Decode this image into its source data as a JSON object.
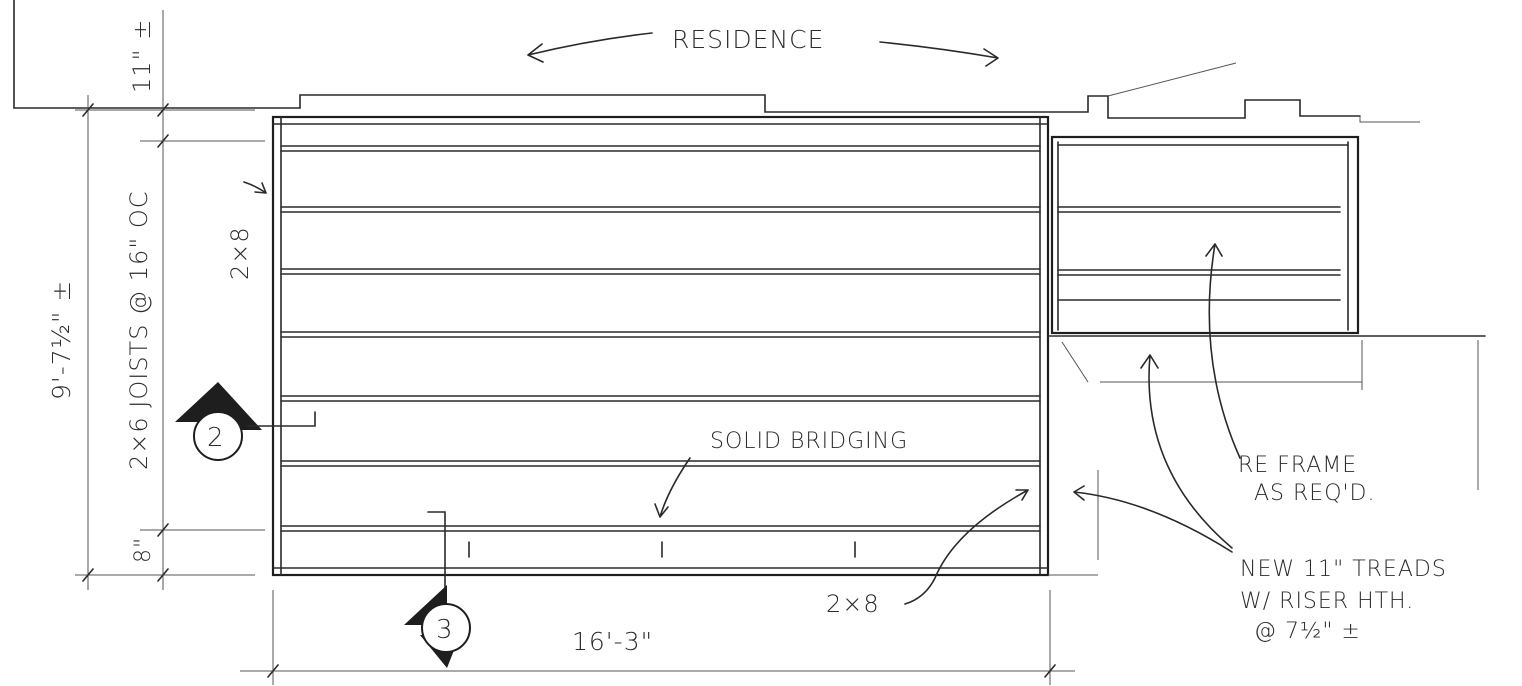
{
  "drawing": {
    "residence_label": "RESIDENCE",
    "joist_note": "2×6 JOISTS @ 16\" OC",
    "overall_depth_dim": "9'-7½\" ±",
    "top_offset_dim": "11\" ±",
    "bottom_offset_dim": "8\"",
    "overall_width_dim": "16'-3\"",
    "rim_label_left": "2×8",
    "rim_label_bottom": "2×8",
    "bridging_label": "SOLID BRIDGING",
    "section_callout_2": "2",
    "section_callout_3": "3",
    "reframe_note": [
      "RE FRAME",
      "AS REQ'D."
    ],
    "treads_note": [
      "NEW 11\" TREADS",
      "W/ RISER HTH.",
      "@ 7½\" ±"
    ]
  }
}
